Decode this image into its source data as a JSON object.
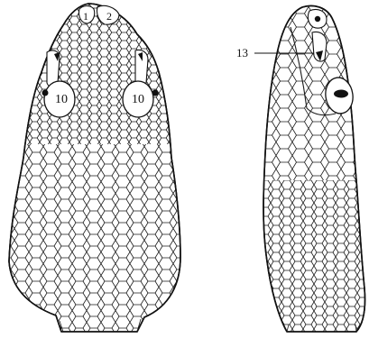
{
  "figure": {
    "labels": {
      "scale_1": "1",
      "scale_2": "2",
      "scale_10_left": "10",
      "scale_10_right": "10",
      "scale_13": "13"
    },
    "colors": {
      "ink": "#111111",
      "paper": "#ffffff"
    }
  }
}
